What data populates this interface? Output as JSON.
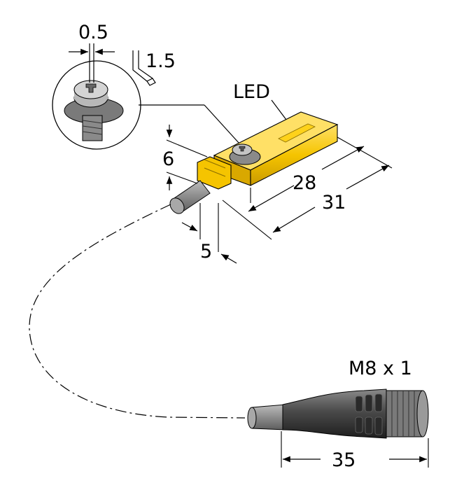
{
  "labels": {
    "screw_width": "0.5",
    "hex_key": "1.5",
    "led": "LED",
    "height": "6",
    "length_inner": "28",
    "length_total": "31",
    "cable_offset": "5",
    "connector_thread": "M8 x 1",
    "connector_length": "35"
  },
  "colors": {
    "housing": "#f5c400",
    "housing_shade": "#d9a800",
    "cable": "#8c8c8c",
    "connector": "#4a4a4a",
    "screw": "#9a9a9a"
  }
}
